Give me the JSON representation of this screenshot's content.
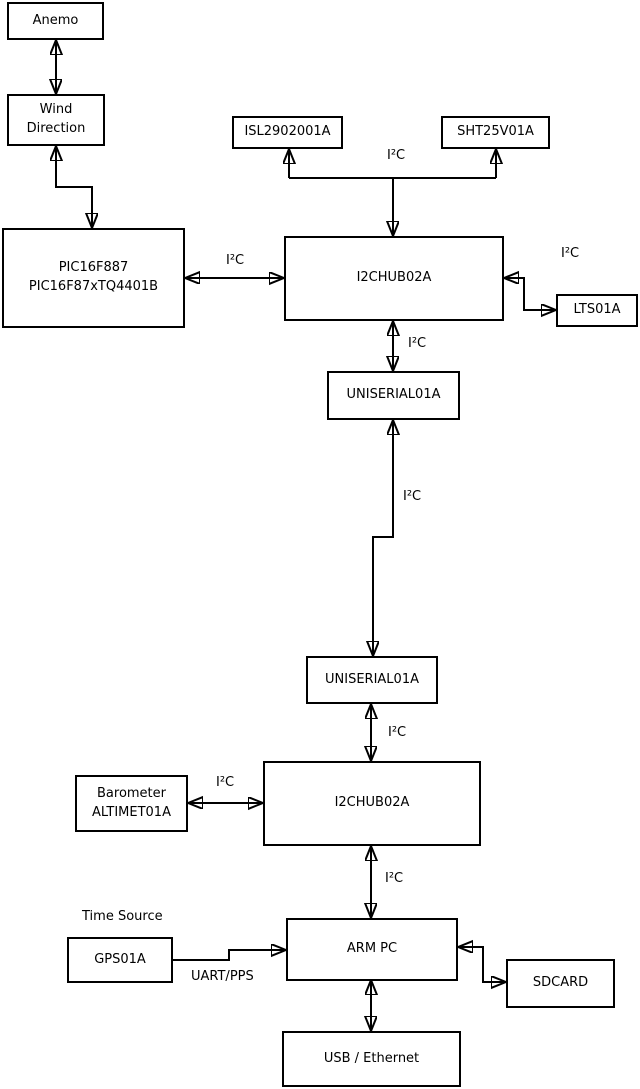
{
  "diagram": {
    "background_color": "#ffffff",
    "stroke_color": "#000000",
    "nodes": {
      "anemo": {
        "label": "Anemo"
      },
      "wind_direction": {
        "label": "Wind\nDirection"
      },
      "pic": {
        "label": "PIC16F887\nPIC16F87xTQ4401B"
      },
      "isl": {
        "label": "ISL2902001A"
      },
      "sht": {
        "label": "SHT25V01A"
      },
      "hub1": {
        "label": "I2CHUB02A"
      },
      "lts": {
        "label": "LTS01A"
      },
      "uniserial1": {
        "label": "UNISERIAL01A"
      },
      "uniserial2": {
        "label": "UNISERIAL01A"
      },
      "hub2": {
        "label": "I2CHUB02A"
      },
      "barometer": {
        "label": "Barometer\nALTIMET01A"
      },
      "gps": {
        "label": "GPS01A"
      },
      "arm_pc": {
        "label": "ARM PC"
      },
      "sdcard": {
        "label": "SDCARD"
      },
      "usb_ethernet": {
        "label": "USB / Ethernet"
      }
    },
    "edge_labels": {
      "i2c_bus_top": "I²C",
      "i2c_pic_hub1": "I²C",
      "i2c_hub1_lts": "I²C",
      "i2c_hub1_uniserial1": "I²C",
      "i2c_uniserial_link": "I²C",
      "i2c_uniserial2_hub2": "I²C",
      "i2c_barometer_hub2": "I²C",
      "i2c_hub2_armpc": "I²C",
      "time_source": "Time Source",
      "uart_pps": "UART/PPS"
    }
  }
}
